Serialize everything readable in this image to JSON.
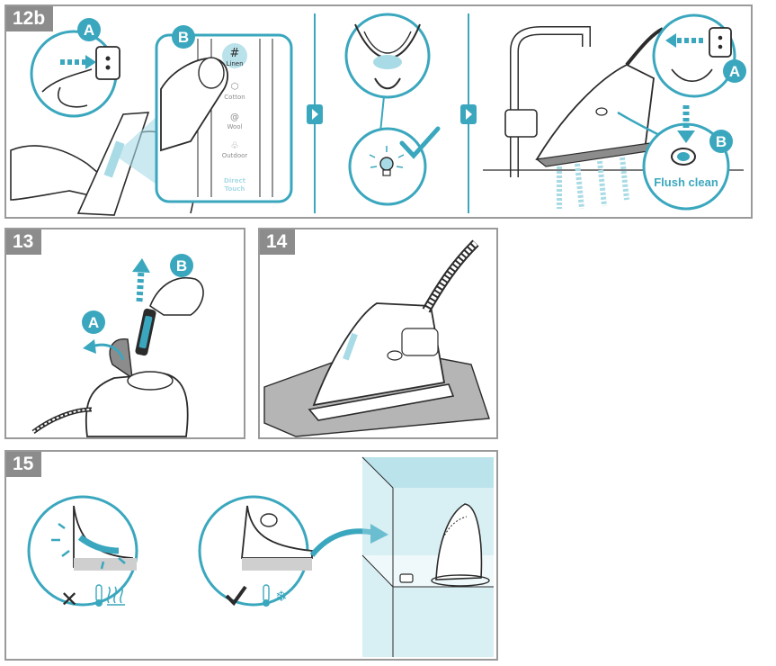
{
  "steps": {
    "s12b": "12b",
    "s13": "13",
    "s14": "14",
    "s15": "15"
  },
  "markers": {
    "a": "A",
    "b": "B"
  },
  "dial": {
    "linen": "Linen",
    "cotton": "Cotton",
    "wool": "Wool",
    "outdoor": "Outdoor",
    "direct": "Direct",
    "touch": "Touch"
  },
  "flush_clean": "Flush clean",
  "colors": {
    "accent": "#3aa7be",
    "accent_light": "#a9dbe6",
    "frame": "#9a9a9a",
    "tag": "#8c8c8c",
    "ink": "#2b2b2b"
  },
  "icons": [
    "plug-icon",
    "arrow-right-icon",
    "check-icon",
    "cross-icon",
    "thermometer-icon",
    "heat-waves-icon",
    "snowflake-icon",
    "bulb-icon",
    "arrow-up-icon"
  ]
}
